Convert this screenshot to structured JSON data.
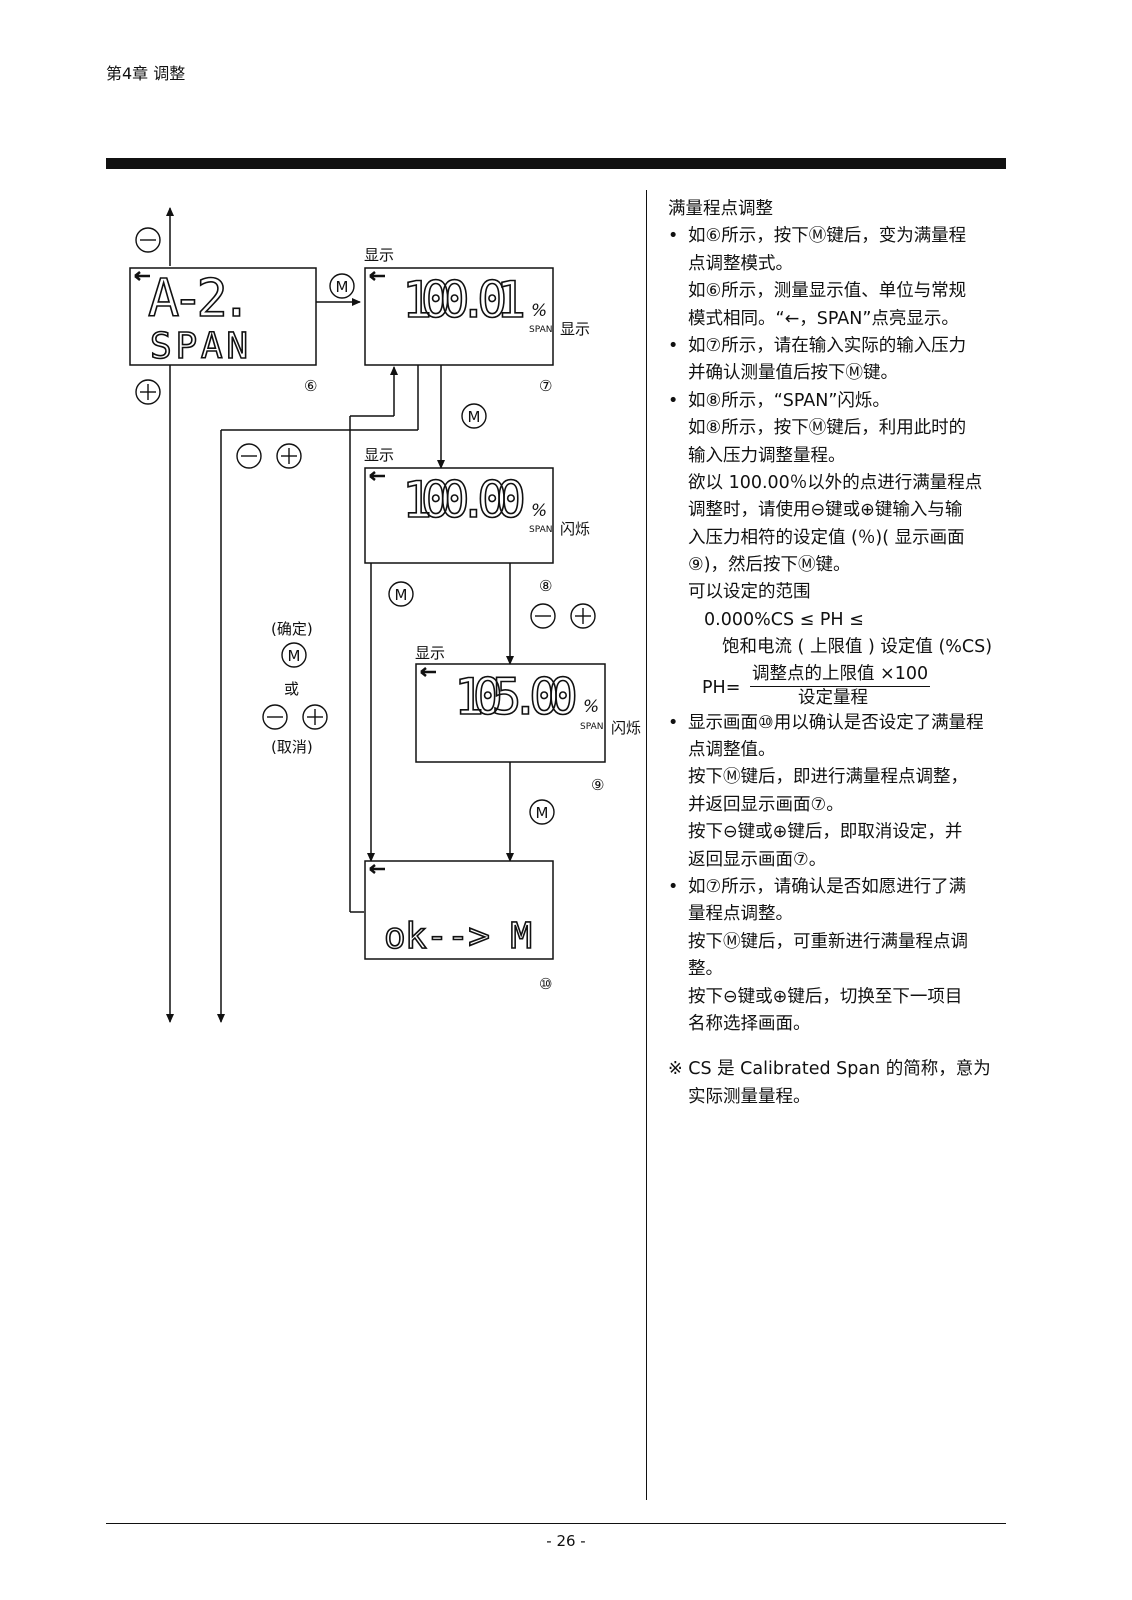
{
  "header": {
    "chapter": "第4章 调整"
  },
  "footer": {
    "page": "- 26 -"
  },
  "diagram": {
    "circled": {
      "minus": "−",
      "plus": "+",
      "m": "M"
    },
    "step_numbers": {
      "s6": "⑥",
      "s7": "⑦",
      "s8": "⑧",
      "s9": "⑨",
      "s10": "⑩"
    },
    "labels": {
      "display": "显示",
      "blink": "闪烁",
      "confirm": "(确定)",
      "or": "或",
      "cancel": "(取消)"
    },
    "screens": {
      "s6": {
        "line1": "A-2.",
        "line2": "SPAN"
      },
      "s7": {
        "value": "100.01",
        "unit": "%",
        "tag": "SPAN"
      },
      "s8": {
        "value": "100.00",
        "unit": "%",
        "tag": "SPAN"
      },
      "s9": {
        "value": "105.00",
        "unit": "%",
        "tag": "SPAN"
      },
      "s10": {
        "text": "ok--> M"
      }
    }
  },
  "text": {
    "title": "满量程点调整",
    "l1": "如⑥所示，按下Ⓜ键后，变为满量程",
    "l2": "点调整模式。",
    "l3": "如⑥所示，测量显示值、单位与常规",
    "l4": "模式相同。“←，SPAN”点亮显示。",
    "l5": "如⑦所示，请在输入实际的输入压力",
    "l6": "并确认测量值后按下Ⓜ键。",
    "l7": "如⑧所示，“SPAN”闪烁。",
    "l8": "如⑧所示，按下Ⓜ键后，利用此时的",
    "l9": "输入压力调整量程。",
    "l10": "欲以 100.00％以外的点进行满量程点",
    "l11": "调整时，请使用⊖键或⊕键输入与输",
    "l12": "入压力相符的设定值 (％)( 显示画面",
    "l13": "⑨)，然后按下Ⓜ键。",
    "l14": "可以设定的范围",
    "l15": "0.000%CS ≤ PH ≤",
    "l16": "饱和电流 ( 上限值 ) 设定值 (%CS)",
    "ph_label": "PH=",
    "ph_num": "调整点的上限值 ×100",
    "ph_den": "设定量程",
    "l17": "显示画面⑩用以确认是否设定了满量程",
    "l18": "点调整值。",
    "l19": "按下Ⓜ键后，即进行满量程点调整，",
    "l20": "并返回显示画面⑦。",
    "l21": "按下⊖键或⊕键后，即取消设定，并",
    "l22": "返回显示画面⑦。",
    "l23": "如⑦所示，请确认是否如愿进行了满",
    "l24": "量程点调整。",
    "l25": "按下Ⓜ键后，可重新进行满量程点调",
    "l26": "整。",
    "l27": "按下⊖键或⊕键后，切换至下一项目",
    "l28": "名称选择画面。",
    "note1": "※ CS 是 Calibrated Span 的简称，意为",
    "note2": "实际测量量程。"
  }
}
